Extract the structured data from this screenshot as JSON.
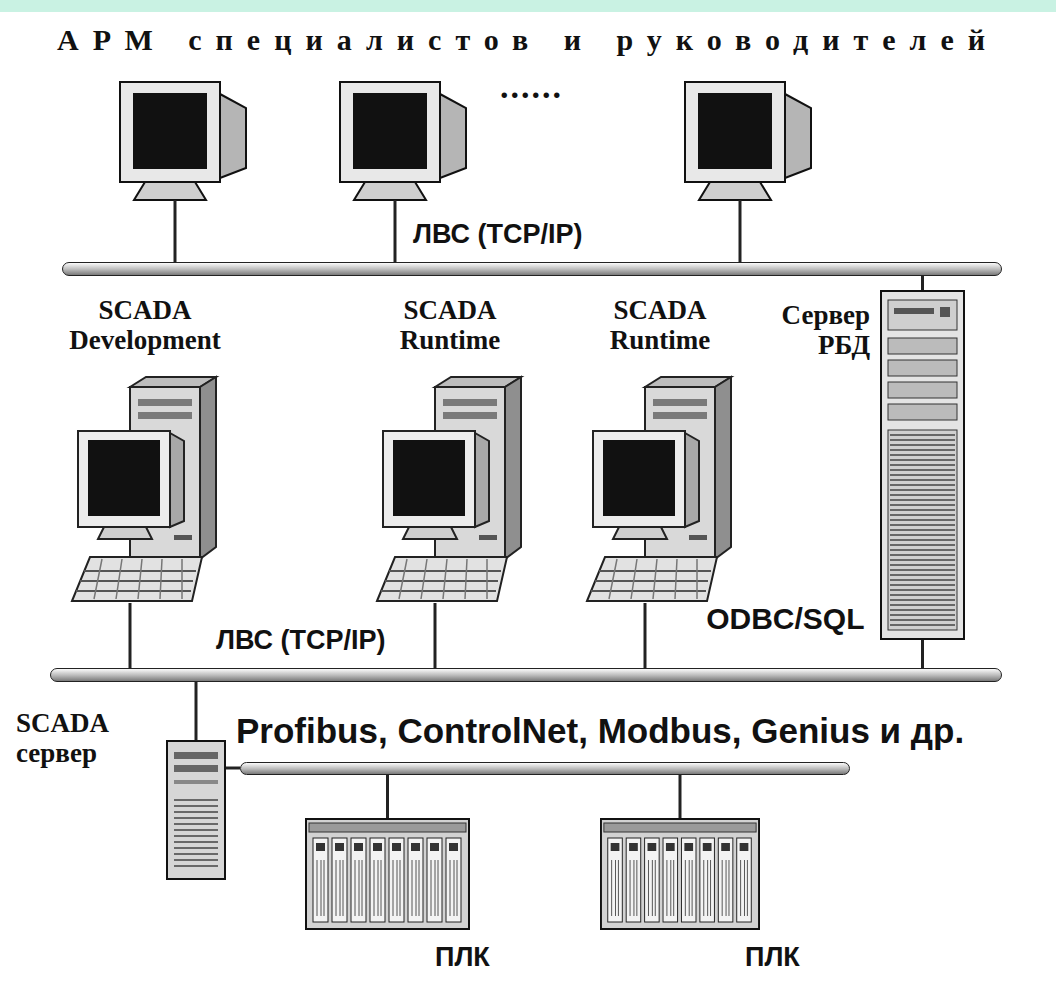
{
  "diagram": {
    "title": "АРМ специалистов и руководителей",
    "nodes": [
      {
        "text": [
          "ЛВС (TCP/IP)"
        ]
      },
      {
        "text": [
          "SCADA Development"
        ]
      },
      {
        "text": [
          "SCADA Runtime"
        ]
      },
      {
        "text": [
          "SCADA Runtime"
        ]
      },
      {
        "text": [
          "Сервер РБД"
        ]
      },
      {
        "text": [
          "ЛВС (TCP/IP)"
        ]
      },
      {
        "text": [
          "SCADA сервер"
        ]
      },
      {
        "text": [
          "Profibus, ControlNet, Modbus, Genius и др."
        ]
      },
      {
        "text": [
          "ПЛК"
        ]
      },
      {
        "text": [
          "ПЛК"
        ]
      }
    ],
    "edges": [
      {
        "from": 4,
        "to": 0,
        "arrow": "none"
      },
      {
        "from": 1,
        "to": 5,
        "arrow": "none"
      },
      {
        "from": 2,
        "to": 5,
        "arrow": "none"
      },
      {
        "from": 3,
        "to": 5,
        "arrow": "none"
      },
      {
        "from": 4,
        "to": 5,
        "label": "ODBC/SQL",
        "arrow": "none"
      },
      {
        "from": 6,
        "to": 5,
        "arrow": "none"
      },
      {
        "from": 6,
        "to": 7,
        "arrow": "none"
      },
      {
        "from": 8,
        "to": 7,
        "arrow": "none"
      },
      {
        "from": 9,
        "to": 7,
        "arrow": "none"
      }
    ],
    "labels": [
      "......"
    ]
  }
}
